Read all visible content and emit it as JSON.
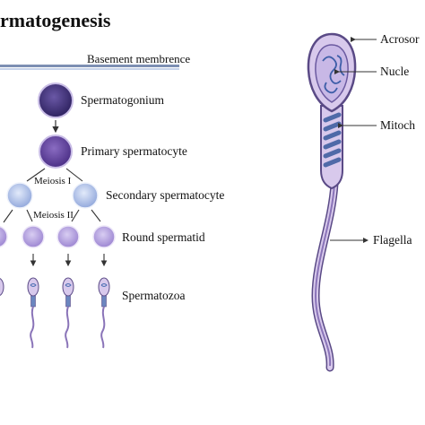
{
  "figure": {
    "title": "rmatogenesis",
    "basement_label": "Basement membrence",
    "stages": [
      {
        "id": "spermatogonium",
        "label": "Spermatogonium"
      },
      {
        "id": "primary",
        "label": "Primary spermatocyte"
      },
      {
        "id": "secondary",
        "label": "Secondary spermatocyte"
      },
      {
        "id": "spermatid",
        "label": "Round spermatid"
      },
      {
        "id": "spermatozoa",
        "label": "Spermatozoa"
      }
    ],
    "meiosis_labels": [
      "Meiosis I",
      "Meiosis II"
    ],
    "sperm_parts": [
      {
        "id": "acrosome",
        "label": "Acrosor"
      },
      {
        "id": "nucleus",
        "label": "Nucle"
      },
      {
        "id": "mitochondria",
        "label": "Mitoch"
      },
      {
        "id": "flagellum",
        "label": "Flagella"
      }
    ]
  },
  "colors": {
    "dark_cell": "#3a2a6e",
    "primary_cell": "#5a3d96",
    "secondary_cell": "#a9bde8",
    "spermatid_cell": "#b9a6e2",
    "membrane_dark": "#7d8fb3",
    "membrane_light": "#c7d3ea",
    "sperm_fill": "#d8c9ec",
    "sperm_outline": "#5a4a86",
    "nucleus_blue": "#4a6fb3",
    "mito": "#6b86bf"
  }
}
